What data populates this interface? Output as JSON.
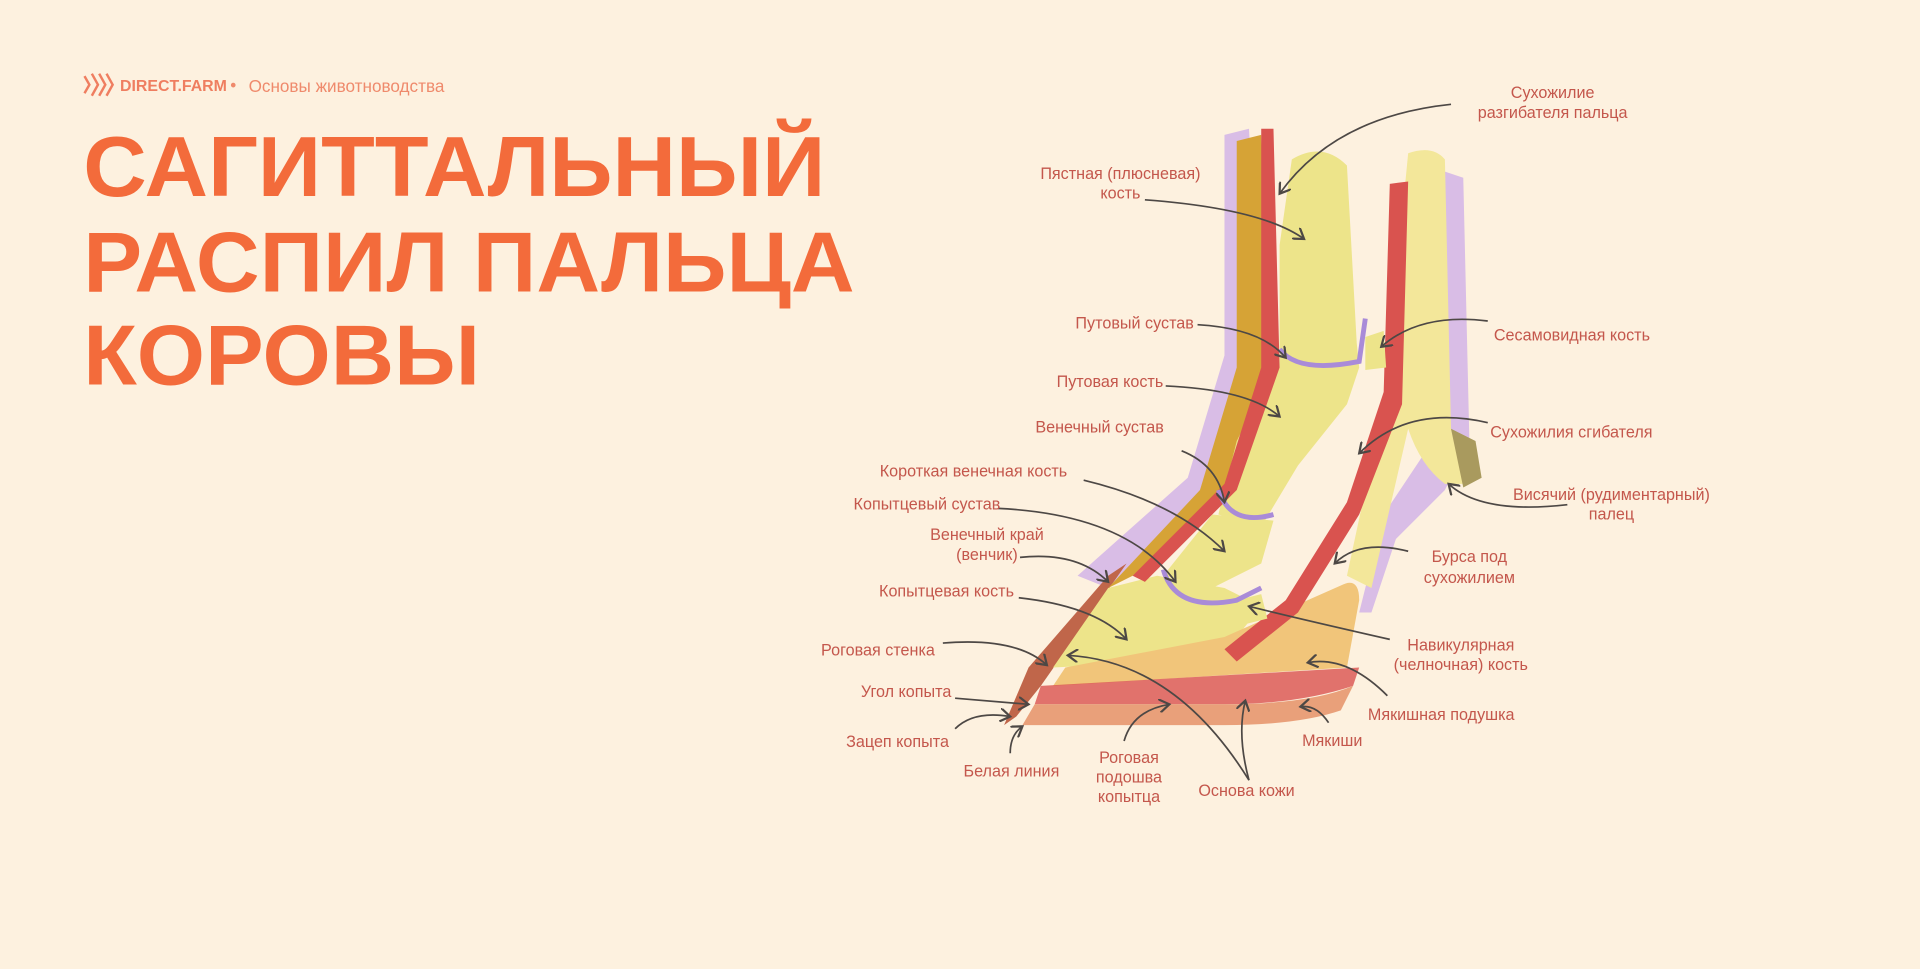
{
  "header": {
    "brand": "DIRECT.FARM",
    "separator": "•",
    "section": "Основы животноводства",
    "logo_icon": "chevrons-right-icon"
  },
  "title": {
    "lines": [
      "САГИТТАЛЬНЫЙ",
      "РАСПИЛ ПАЛЬЦА",
      "КОРОВЫ"
    ]
  },
  "colors": {
    "background": "#FDF1DF",
    "accent": "#F36B3B",
    "label": "#C4574C",
    "bone": "#EDE48A",
    "tendon": "#D9534F",
    "joint": "#A98BD8",
    "hair": "#D9BDE6",
    "horn": "#C0664A"
  },
  "labels": {
    "extensor": [
      "Сухожилие",
      "разгибателя пальца"
    ],
    "metacarpal": [
      "Пястная (плюсневая)",
      "кость"
    ],
    "fetlock_joint": "Путовый сустав",
    "sesamoid": "Сесамовидная кость",
    "pastern_bone": "Путовая кость",
    "coronet_joint": "Венечный сустав",
    "flexor": "Сухожилия сгибателя",
    "short_coronal": "Короткая венечная кость",
    "dewclaw": [
      "Висячий (рудиментарный)",
      "палец"
    ],
    "coffin_joint": "Копытцевый сустав",
    "coronary_band": [
      "Венечный край",
      "(венчик)"
    ],
    "bursa": [
      "Бурса под",
      "сухожилием"
    ],
    "coffin_bone": "Копытцевая кость",
    "navicular": [
      "Навикулярная",
      "(челночная) кость"
    ],
    "horn_wall": "Роговая стенка",
    "digital_cushion": "Мякишная подушка",
    "hoof_angle": "Угол копыта",
    "toe": "Зацеп копыта",
    "bulbs": "Мякиши",
    "white_line": "Белая линия",
    "sole": [
      "Роговая",
      "подошва",
      "копытца"
    ],
    "dermis": "Основа кожи"
  }
}
